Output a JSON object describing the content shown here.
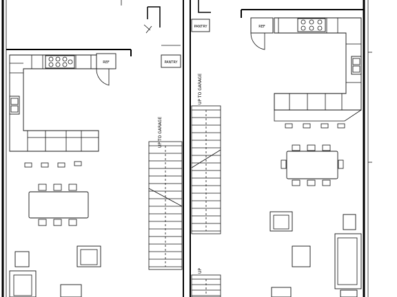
{
  "labels": {
    "refrigerator": "REF",
    "pantry": "PANTRY",
    "stair_up": "UP TO GARAGE",
    "stair_up_short": "UP"
  },
  "colors": {
    "line": "#000000",
    "background": "#ffffff"
  }
}
